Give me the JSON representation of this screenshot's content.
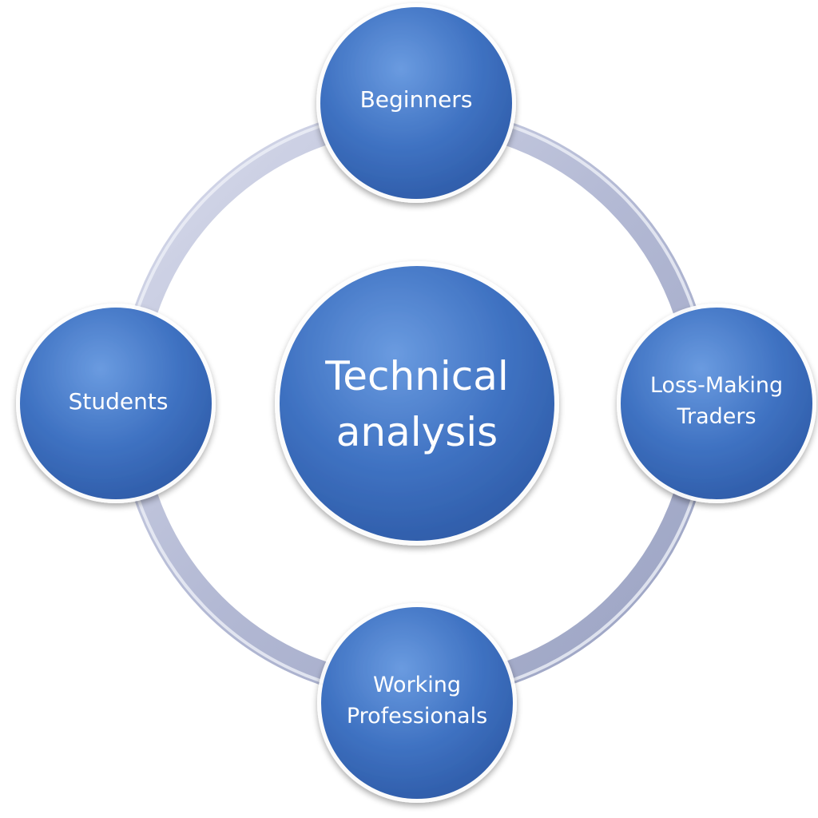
{
  "center": {
    "lines": [
      "Technical",
      "analysis"
    ]
  },
  "nodes": {
    "top": {
      "lines": [
        "Beginners"
      ]
    },
    "right": {
      "lines": [
        "Loss-Making",
        "Traders"
      ]
    },
    "bottom": {
      "lines": [
        "Working",
        "Professionals"
      ]
    },
    "left": {
      "lines": [
        "Students"
      ]
    }
  },
  "colors": {
    "node_fill_light": "#5b8fd6",
    "node_fill_dark": "#2f5fae",
    "ring_light": "#e6e9f4",
    "ring_dark": "#a7aecb",
    "text": "#ffffff"
  }
}
